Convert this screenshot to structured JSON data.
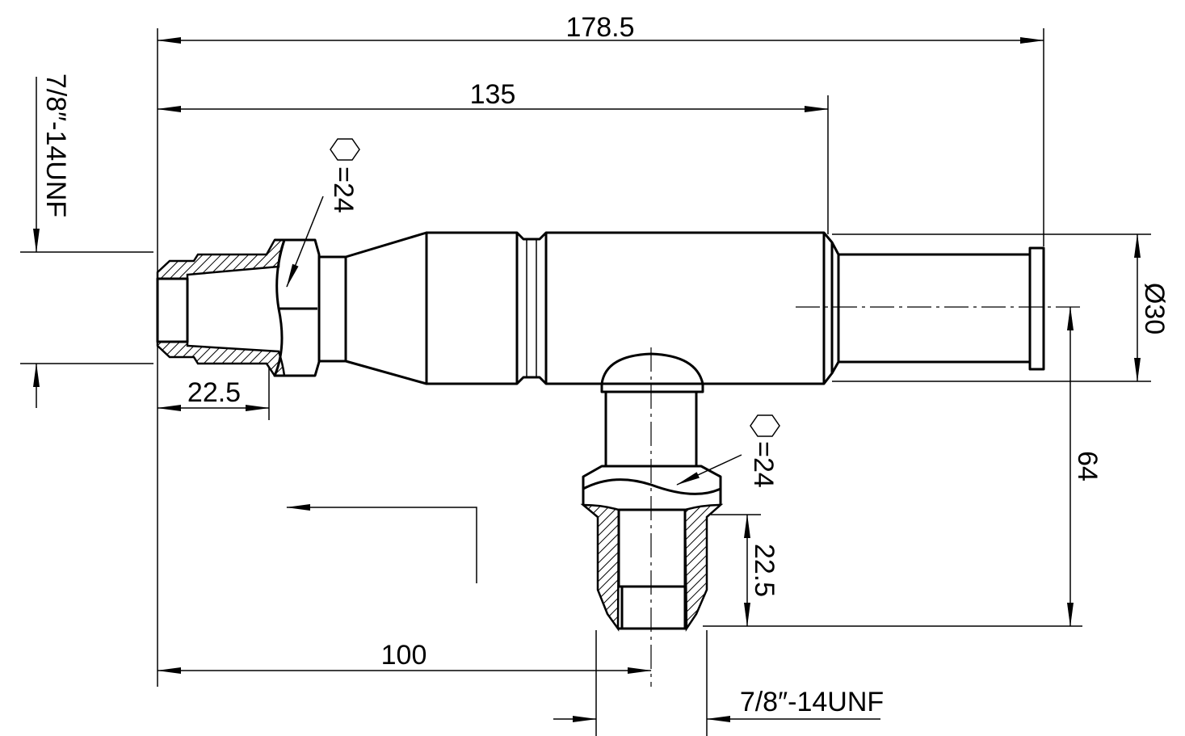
{
  "dimensions": {
    "overall_length": "178.5",
    "body_length": "135",
    "left_thread": "7/8″-14UNF",
    "left_hex": "=24",
    "left_thread_length": "22.5",
    "stem_diameter": "Ø30",
    "branch_height": "64",
    "bottom_hex": "=24",
    "bottom_thread_length": "22.5",
    "branch_offset": "100",
    "bottom_thread": "7/8″-14UNF"
  },
  "icons": {
    "hex": "hexagon-icon",
    "flow": "flow-direction-arrow"
  }
}
